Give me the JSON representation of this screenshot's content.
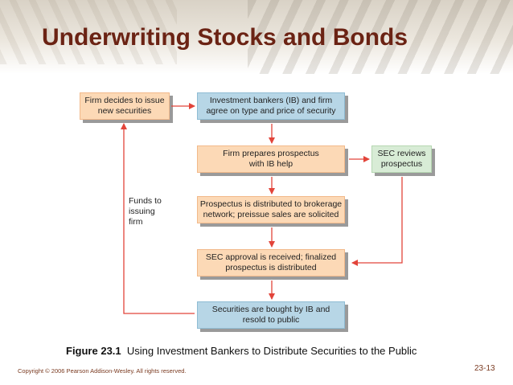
{
  "title": "Underwriting Stocks and Bonds",
  "boxes": {
    "firm_decides": "Firm decides to issue new securities",
    "ib_agree": "Investment bankers (IB) and firm agree on type and price of security",
    "prospectus": "Firm prepares prospectus with IB help",
    "sec_reviews": "SEC reviews prospectus",
    "distributed": "Prospectus is distributed to brokerage network; preissue sales are solicited",
    "sec_approval": "SEC approval is received; finalized prospectus is distributed",
    "bought": "Securities are bought by IB and resold to public"
  },
  "funds_label": "Funds to issuing firm",
  "caption": {
    "figure": "Figure 23.1",
    "text": "Using Investment Bankers to Distribute Securities to the Public"
  },
  "copyright": "Copyright © 2006 Pearson Addison-Wesley. All rights reserved.",
  "page_number": "23-13",
  "colors": {
    "title": "#6b2314",
    "arrow": "#e2443a",
    "box_orange": "#fcd9b6",
    "box_blue": "#b7d6e6",
    "box_green": "#d8ecd6"
  }
}
